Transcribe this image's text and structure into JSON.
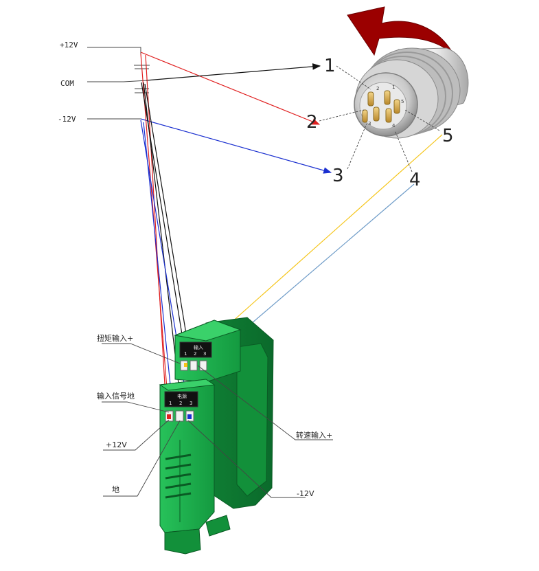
{
  "power": {
    "plus12": "+12V",
    "com": "COM",
    "minus12": "-12V"
  },
  "pins": [
    "1",
    "2",
    "3",
    "4",
    "5"
  ],
  "connector": {
    "face_numbers": [
      "1",
      "2",
      "3",
      "4",
      "5"
    ]
  },
  "module": {
    "upper_panel_title": "输入",
    "upper_terminals": [
      "1",
      "2",
      "3"
    ],
    "lower_panel_title": "电源",
    "lower_terminals": [
      "1",
      "2",
      "3"
    ]
  },
  "callouts": {
    "torque_input": "扭矩输入+",
    "input_signal_ground": "输入信号地",
    "plus12": "+12V",
    "ground": "地",
    "speed_input": "转速输入+",
    "minus12": "-12V"
  },
  "colors": {
    "wire_red": "#e02020",
    "wire_blue": "#1a2fd0",
    "wire_black": "#111111",
    "wire_yellow": "#f5c518",
    "wire_lightblue": "#6f9cc8",
    "module_green": "#1aa84a",
    "arrow_red": "#9b0000"
  }
}
